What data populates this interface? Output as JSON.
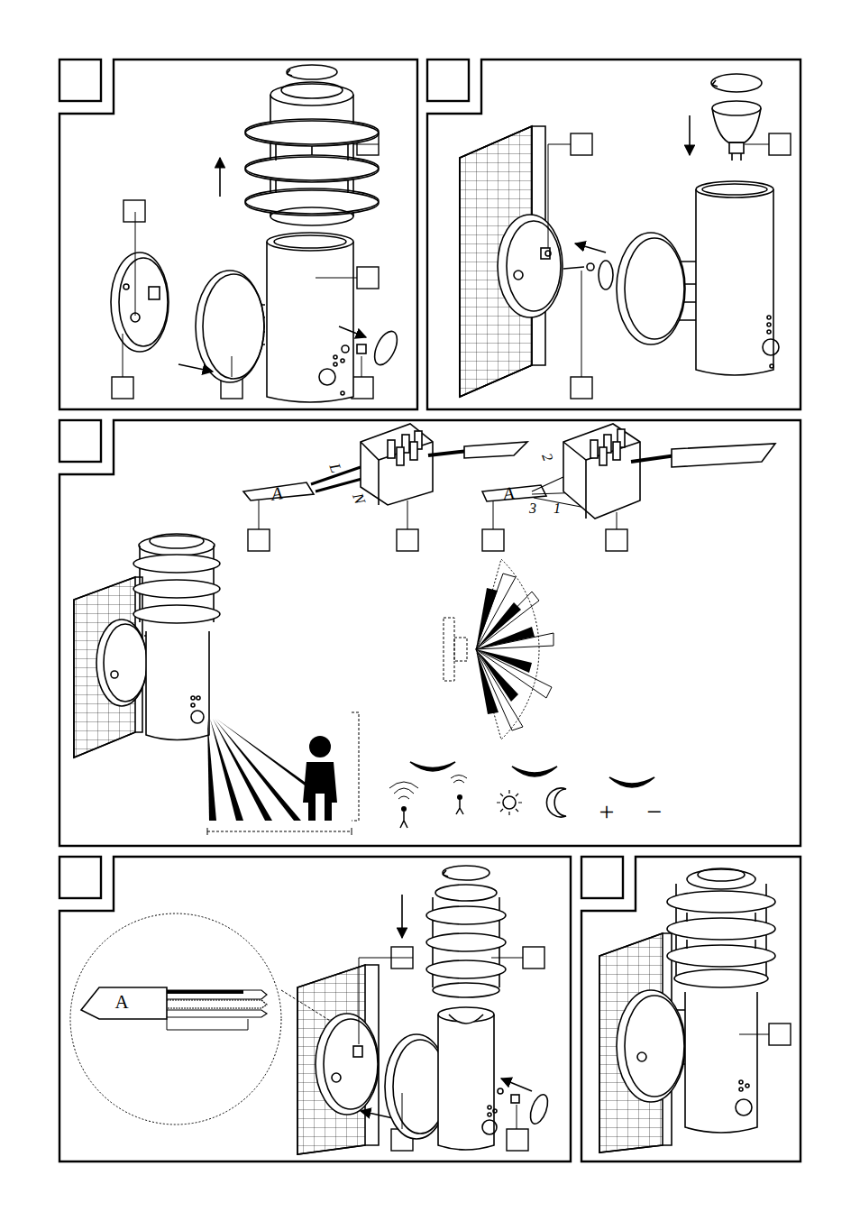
{
  "diagram": {
    "labels": [
      "A",
      "L",
      "N",
      "A",
      "2",
      "3",
      "1",
      "+",
      "−",
      "A"
    ]
  }
}
